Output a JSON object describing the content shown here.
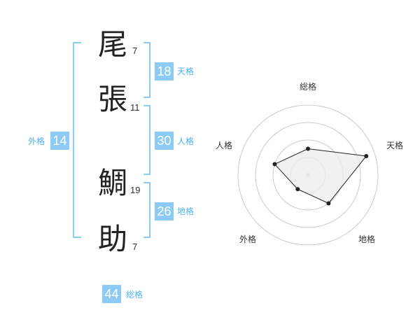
{
  "name": {
    "chars": [
      {
        "char": "尾",
        "strokes": "7"
      },
      {
        "char": "張",
        "strokes": "11"
      },
      {
        "char": "鯛",
        "strokes": "19"
      },
      {
        "char": "助",
        "strokes": "7"
      }
    ]
  },
  "fortunes": {
    "tenkaku": {
      "label": "天格",
      "value": "18"
    },
    "jinkaku": {
      "label": "人格",
      "value": "30"
    },
    "chikaku": {
      "label": "地格",
      "value": "26"
    },
    "gaikaku": {
      "label": "外格",
      "value": "14"
    },
    "soukaku": {
      "label": "総格",
      "value": "44"
    }
  },
  "colors": {
    "accent": "#8ccbf5",
    "label_text": "#4fb2ee",
    "radar_grid": "#cccccc",
    "radar_fill": "#eeeeee"
  },
  "chart_data": {
    "type": "radar",
    "axes": [
      "総格",
      "天格",
      "地格",
      "外格",
      "人格"
    ],
    "max": 4,
    "rings": 4,
    "series": [
      {
        "values": [
          1.5,
          3.5,
          2,
          1,
          2
        ]
      }
    ]
  }
}
